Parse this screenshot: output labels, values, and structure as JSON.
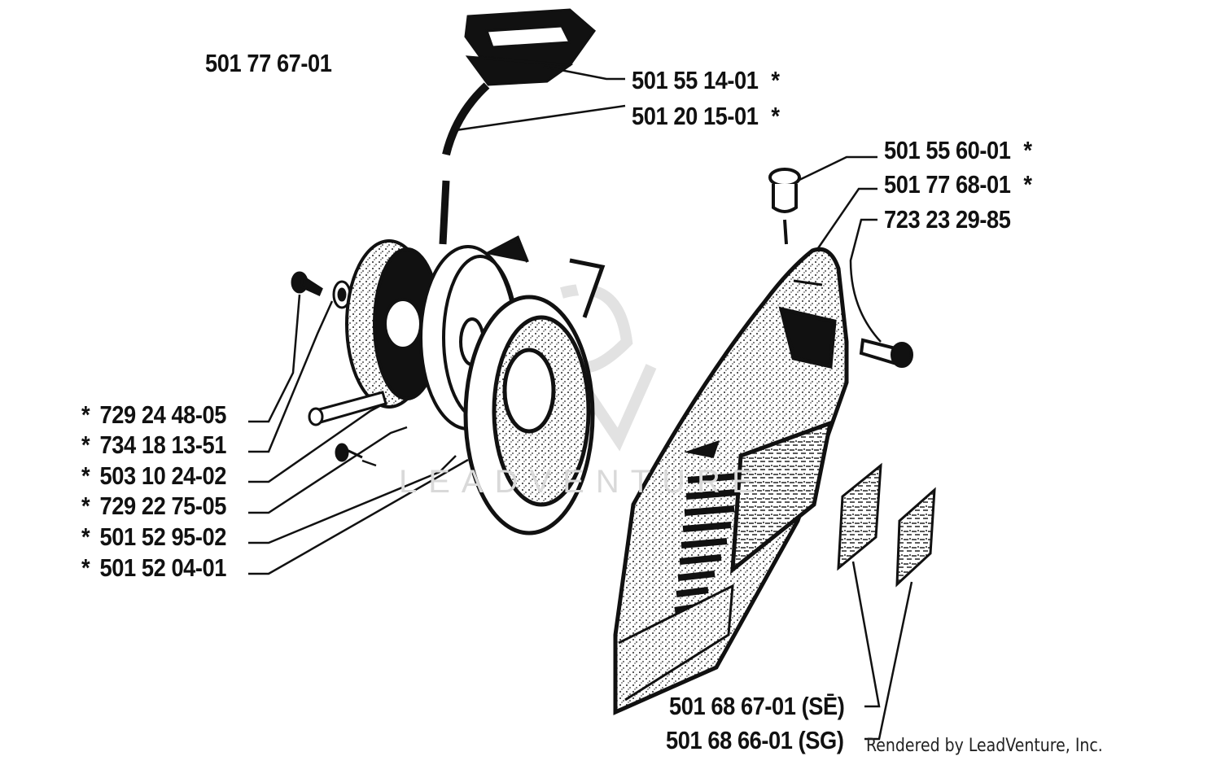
{
  "assembly_number": "501 77 67-01",
  "parts_top": [
    {
      "number": "501 55 14-01",
      "star": "*"
    },
    {
      "number": "501 20 15-01",
      "star": "*"
    }
  ],
  "parts_right": [
    {
      "number": "501 55 60-01",
      "star": "*"
    },
    {
      "number": "501 77 68-01",
      "star": "*"
    },
    {
      "number": "723 23 29-85",
      "star": ""
    }
  ],
  "parts_left": [
    {
      "number": "729 24 48-05",
      "star": "*"
    },
    {
      "number": "734 18 13-51",
      "star": "*"
    },
    {
      "number": "503 10 24-02",
      "star": "*"
    },
    {
      "number": "729 22 75-05",
      "star": "*"
    },
    {
      "number": "501 52 95-02",
      "star": "*"
    },
    {
      "number": "501 52 04-01",
      "star": "*"
    }
  ],
  "parts_bottom": [
    {
      "number": "501 68 67-01 (SĒ)"
    },
    {
      "number": "501 68 66-01 (SG)"
    }
  ],
  "credit": "Rendered by LeadVenture, Inc.",
  "watermark": "LEADVENTURE",
  "colors": {
    "ink": "#111111",
    "watermark": "#d9d9d9",
    "background": "#ffffff"
  }
}
